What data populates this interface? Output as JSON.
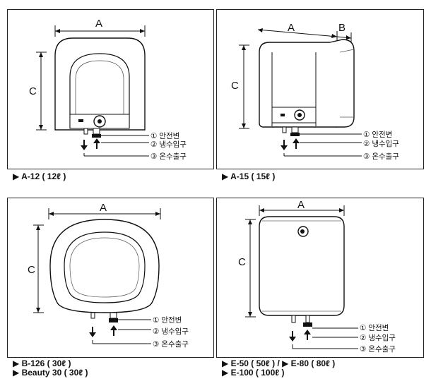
{
  "dimension_labels": {
    "a": "A",
    "b": "B",
    "c": "C"
  },
  "legend": {
    "safety_valve": "① 안전변",
    "cold_inlet": "② 냉수입구",
    "hot_outlet": "③ 온수출구"
  },
  "panels": [
    {
      "id": "a12",
      "captions": [
        "▶ A-12 ( 12ℓ )"
      ]
    },
    {
      "id": "a15",
      "captions": [
        "▶ A-15 ( 15ℓ )"
      ]
    },
    {
      "id": "b126",
      "captions": [
        "▶ B-126 ( 30ℓ )",
        "▶ Beauty 30 ( 30ℓ )"
      ]
    },
    {
      "id": "e50",
      "captions": [
        "▶ E-50 ( 50ℓ ) / ▶ E-80 ( 80ℓ )",
        "▶ E-100 ( 100ℓ )"
      ]
    }
  ]
}
